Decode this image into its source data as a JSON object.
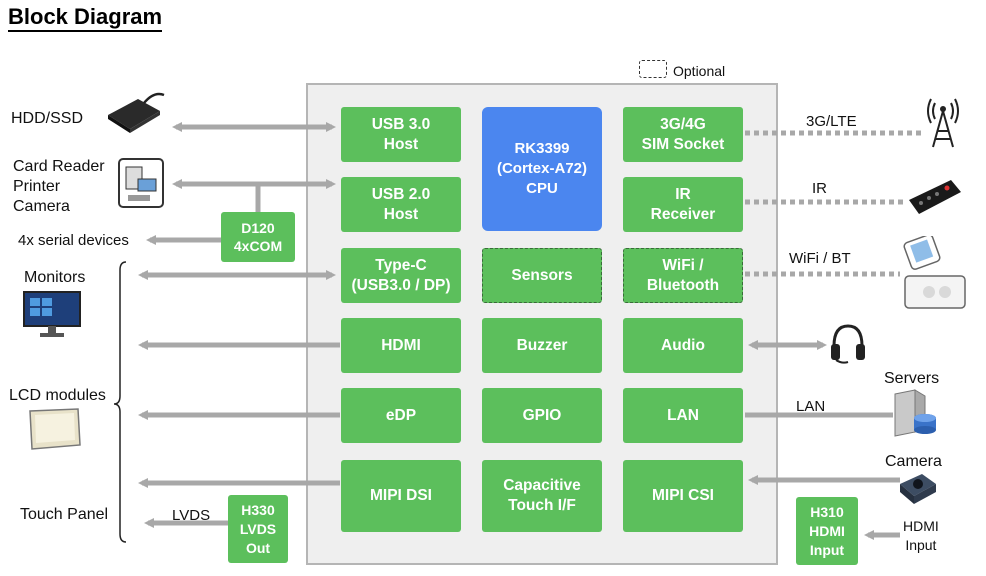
{
  "title": "Block Diagram",
  "legend": {
    "optional": "Optional"
  },
  "blocks": {
    "usb3": "USB 3.0\nHost",
    "usb2": "USB 2.0\nHost",
    "typec": "Type-C\n(USB3.0 / DP)",
    "hdmi": "HDMI",
    "edp": "eDP",
    "mipi_dsi": "MIPI DSI",
    "cpu": "RK3399\n(Cortex-A72)\nCPU",
    "sensors": "Sensors",
    "buzzer": "Buzzer",
    "gpio": "GPIO",
    "touch_if": "Capacitive\nTouch I/F",
    "sim": "3G/4G\nSIM Socket",
    "ir": "IR\nReceiver",
    "wifi": "WiFi /\nBluetooth",
    "audio": "Audio",
    "lan": "LAN",
    "mipi_csi": "MIPI CSI",
    "d120": "D120\n4xCOM",
    "h330": "H330\nLVDS\nOut",
    "h310": "H310\nHDMI\nInput"
  },
  "labels": {
    "hdd": "HDD/SSD",
    "card_reader": "Card Reader\nPrinter\nCamera",
    "serial": "4x serial devices",
    "monitors": "Monitors",
    "lcd": "LCD modules",
    "touch_panel": "Touch Panel",
    "lvds": "LVDS",
    "lte": "3G/LTE",
    "ir": "IR",
    "wifi_bt": "WiFi / BT",
    "lan": "LAN",
    "servers": "Servers",
    "camera": "Camera",
    "hdmi_input": "HDMI\nInput"
  },
  "colors": {
    "block": "#5cbf5c",
    "cpu": "#4b86ef",
    "arrow": "#a8a8a8",
    "board": "#efefef"
  },
  "icons": [
    "hdd-icon",
    "card-reader-icon",
    "monitor-icon",
    "lcd-module-icon",
    "antenna-icon",
    "remote-icon",
    "phone-tablet-icon",
    "headphones-icon",
    "server-icon",
    "camera-icon"
  ]
}
